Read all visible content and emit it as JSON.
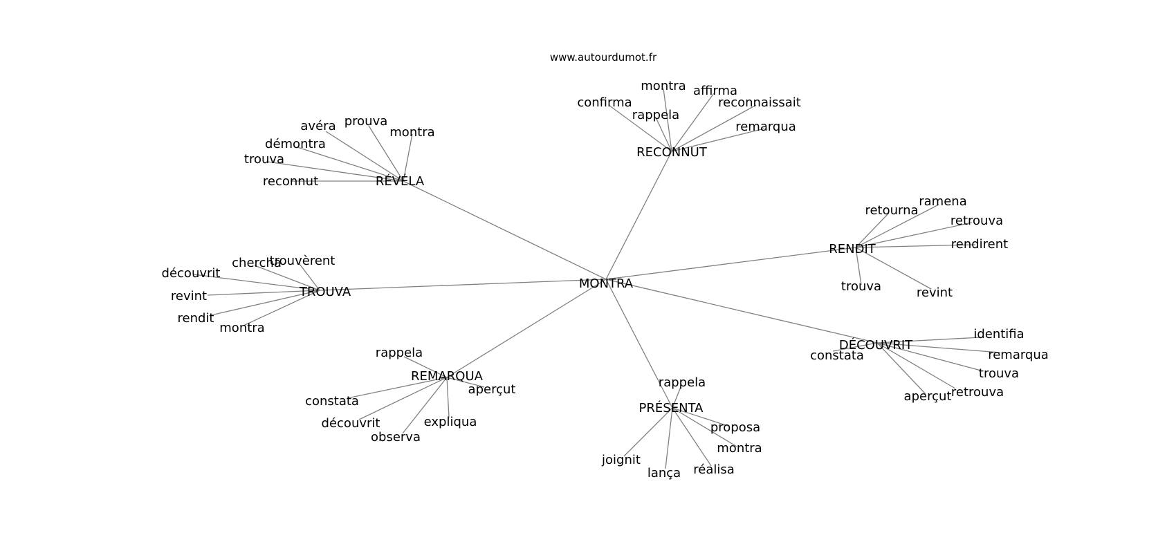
{
  "watermark": "www.autourdumot.fr",
  "graph": {
    "center": "MONTRA",
    "hubs": [
      {
        "label": "RÉVÉLA",
        "leaves": [
          "avéra",
          "prouva",
          "montra",
          "démontra",
          "trouva",
          "reconnut"
        ]
      },
      {
        "label": "RECONNUT",
        "leaves": [
          "montra",
          "affirma",
          "confirma",
          "reconnaissait",
          "rappela",
          "remarqua"
        ]
      },
      {
        "label": "RENDIT",
        "leaves": [
          "retourna",
          "ramena",
          "retrouva",
          "rendirent",
          "trouva",
          "revint"
        ]
      },
      {
        "label": "TROUVA",
        "leaves": [
          "chercha",
          "trouvèrent",
          "découvrit",
          "revint",
          "rendit",
          "montra"
        ]
      },
      {
        "label": "DÉCOUVRIT",
        "leaves": [
          "identifia",
          "constata",
          "remarqua",
          "trouva",
          "retrouva",
          "aperçut"
        ]
      },
      {
        "label": "REMARQUA",
        "leaves": [
          "rappela",
          "aperçut",
          "constata",
          "découvrit",
          "expliqua",
          "observa"
        ]
      },
      {
        "label": "PRÉSENTA",
        "leaves": [
          "rappela",
          "proposa",
          "montra",
          "joignit",
          "réalisa",
          "lança"
        ]
      }
    ]
  },
  "colors": {
    "edge": "#808080",
    "text": "#000000",
    "background": "#ffffff"
  }
}
